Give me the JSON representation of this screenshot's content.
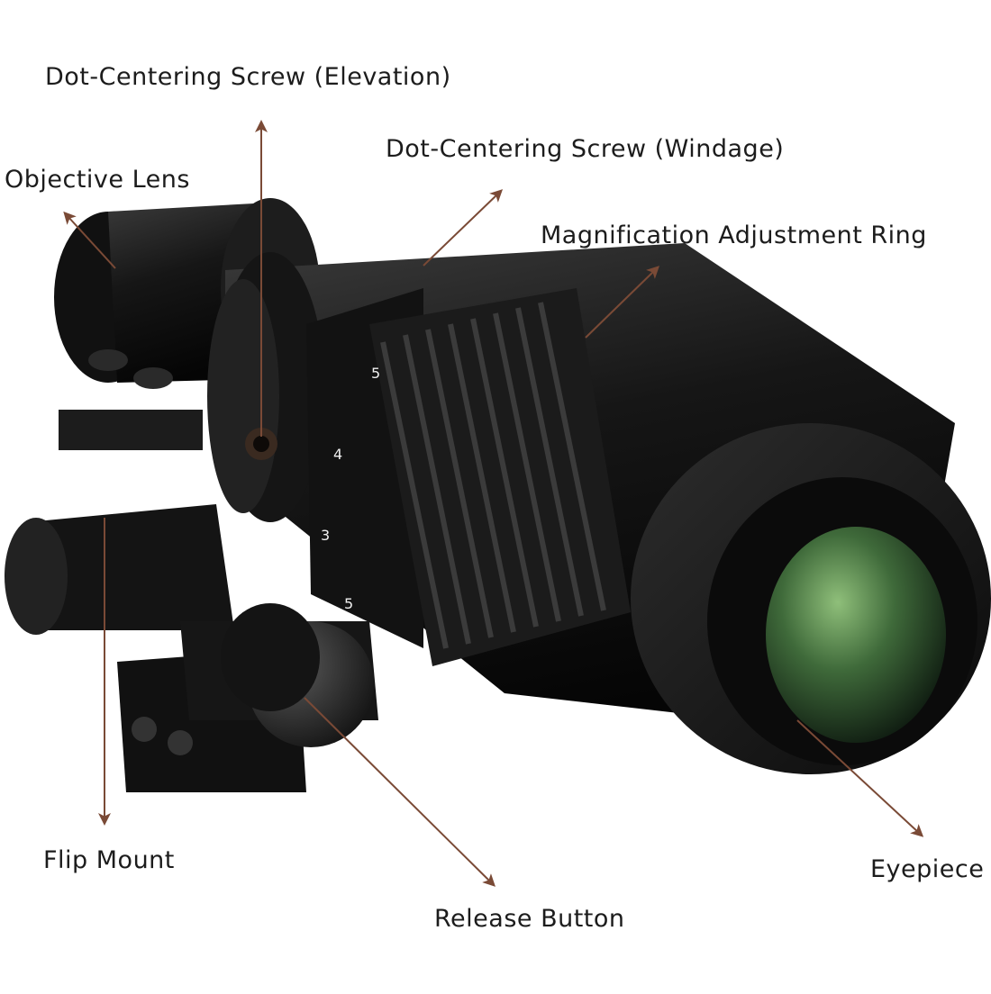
{
  "labels": {
    "elevation_screw": "Dot-Centering Screw (Elevation)",
    "windage_screw": "Dot-Centering Screw (Windage)",
    "objective_lens": "Objective Lens",
    "magnification_ring": "Magnification Adjustment Ring",
    "flip_mount": "Flip Mount",
    "release_button": "Release Button",
    "eyepiece": "Eyepiece"
  },
  "dial_numbers": [
    "5",
    "4",
    "3",
    "5"
  ],
  "colors": {
    "arrow": "#7a4a36",
    "body": "#1a1a1a",
    "lens_glass": "#3f6a3a"
  }
}
